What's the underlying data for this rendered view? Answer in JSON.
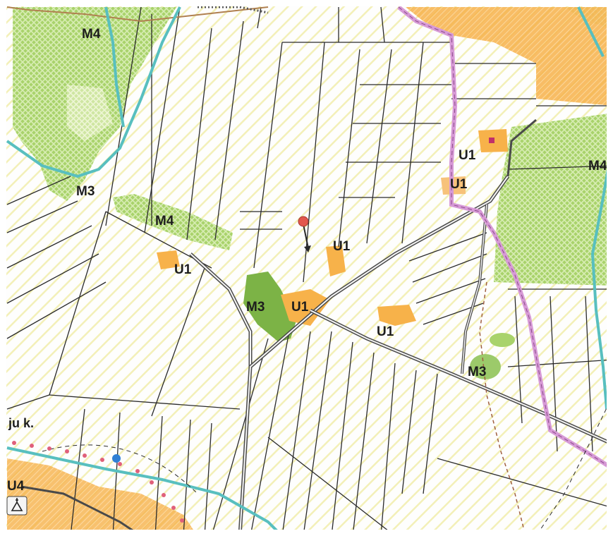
{
  "map": {
    "colors": {
      "background": "#fefefd",
      "agri_hatch": "#f3f0b8",
      "forest_green": "#8fc25a",
      "forest_hatch": "#c9e59a",
      "meadow_green": "#7cb346",
      "settlement_orange": "#f7b24a",
      "settlement_light": "#fbd9a8",
      "parcel_line": "#2a2a2a",
      "road": "#4a4a4a",
      "river": "#58bfbf",
      "boundary_pink": "#d79ad6",
      "boundary_dashed": "#a06040",
      "dotted_red": "#e0607a",
      "marker_red": "#e2574c",
      "point_blue": "#2f7fd6"
    },
    "zone_labels": [
      {
        "id": "m4-north",
        "text": "M4"
      },
      {
        "id": "m3-west",
        "text": "M3"
      },
      {
        "id": "m4-center",
        "text": "M4"
      },
      {
        "id": "u1-west",
        "text": "U1"
      },
      {
        "id": "m3-center",
        "text": "M3"
      },
      {
        "id": "u1-crossroad",
        "text": "U1"
      },
      {
        "id": "u1-marker",
        "text": "U1"
      },
      {
        "id": "u1-southeast",
        "text": "U1"
      },
      {
        "id": "u1-east-a",
        "text": "U1"
      },
      {
        "id": "u1-east-b",
        "text": "U1"
      },
      {
        "id": "m4-east",
        "text": "M4"
      },
      {
        "id": "m3-east",
        "text": "M3"
      },
      {
        "id": "u4-village",
        "text": "U4"
      }
    ],
    "place_labels": [
      {
        "id": "stream-name",
        "text": "ju k."
      }
    ],
    "icons": [
      "location-pin-icon",
      "church-icon",
      "blue-point-icon"
    ]
  }
}
